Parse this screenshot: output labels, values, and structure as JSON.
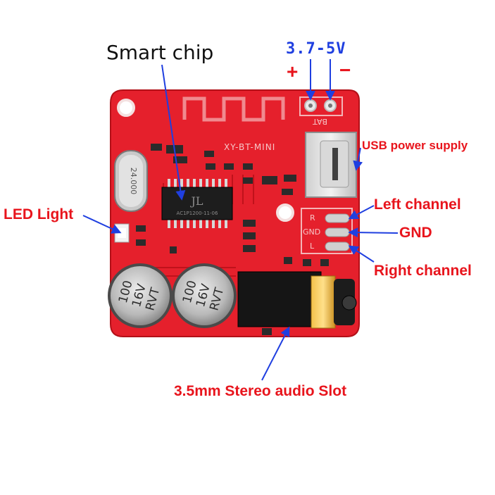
{
  "labels": {
    "smart_chip": "Smart chip",
    "voltage": "3.7-5V",
    "plus": "+",
    "minus": "−",
    "usb_power": "USB power supply",
    "led_light": "LED Light",
    "left_channel": "Left channel",
    "gnd": "GND",
    "right_channel": "Right channel",
    "audio_slot": "3.5mm Stereo audio Slot"
  },
  "board": {
    "model": "XY-BT-MINI",
    "crystal": "24.000",
    "bat_marking": "BAT",
    "pad_r": "R",
    "pad_gnd": "GND",
    "pad_l": "L",
    "chip_logo": "JL",
    "chip_marking": "AC1P1200-11-06",
    "cap_left": [
      "100",
      "16V",
      "RVT"
    ],
    "cap_right": [
      "100",
      "16V",
      "RVT"
    ]
  },
  "colors": {
    "pcb": "#e5202c",
    "annotation_text": "#e8141c",
    "arrow": "#1f3fe0",
    "voltage_text": "#1f3fe0"
  }
}
